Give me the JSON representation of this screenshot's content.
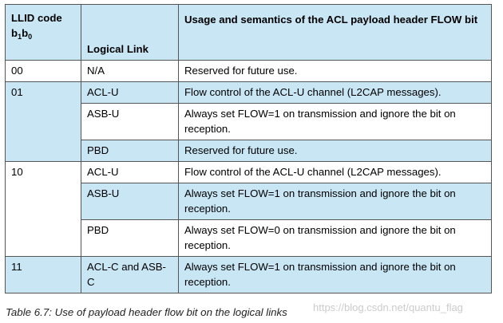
{
  "table": {
    "header": {
      "llid_line1": "LLID code",
      "llid_b": "b",
      "llid_sub1": "1",
      "llid_sub0": "0",
      "logical_link": "Logical Link",
      "usage": "Usage and semantics of the ACL payload header FLOW bit"
    },
    "groups": [
      {
        "code": "00",
        "rows": [
          {
            "link": "N/A",
            "usage": "Reserved for future use."
          }
        ]
      },
      {
        "code": "01",
        "rows": [
          {
            "link": "ACL-U",
            "usage": "Flow control of the ACL-U channel (L2CAP messages)."
          },
          {
            "link": "ASB-U",
            "usage": "Always set FLOW=1 on transmission and ignore the bit on reception."
          },
          {
            "link": "PBD",
            "usage": "Reserved for future use."
          }
        ]
      },
      {
        "code": "10",
        "rows": [
          {
            "link": "ACL-U",
            "usage": "Flow control of the ACL-U channel (L2CAP messages)."
          },
          {
            "link": "ASB-U",
            "usage": "Always set FLOW=1 on transmission and ignore the bit on reception."
          },
          {
            "link": "PBD",
            "usage": "Always set FLOW=0 on transmission and ignore the bit on reception."
          }
        ]
      },
      {
        "code": "11",
        "rows": [
          {
            "link": "ACL-C and ASB-C",
            "usage": "Always set FLOW=1 on transmission and ignore the bit on reception."
          }
        ]
      }
    ]
  },
  "caption": "Table 6.7:  Use of payload header flow bit on the logical links",
  "watermark": "https://blog.csdn.net/quantu_flag",
  "colors": {
    "header_bg": "#c9e6f5",
    "row_alt_bg": "#c9e6f5",
    "border": "#555555"
  }
}
